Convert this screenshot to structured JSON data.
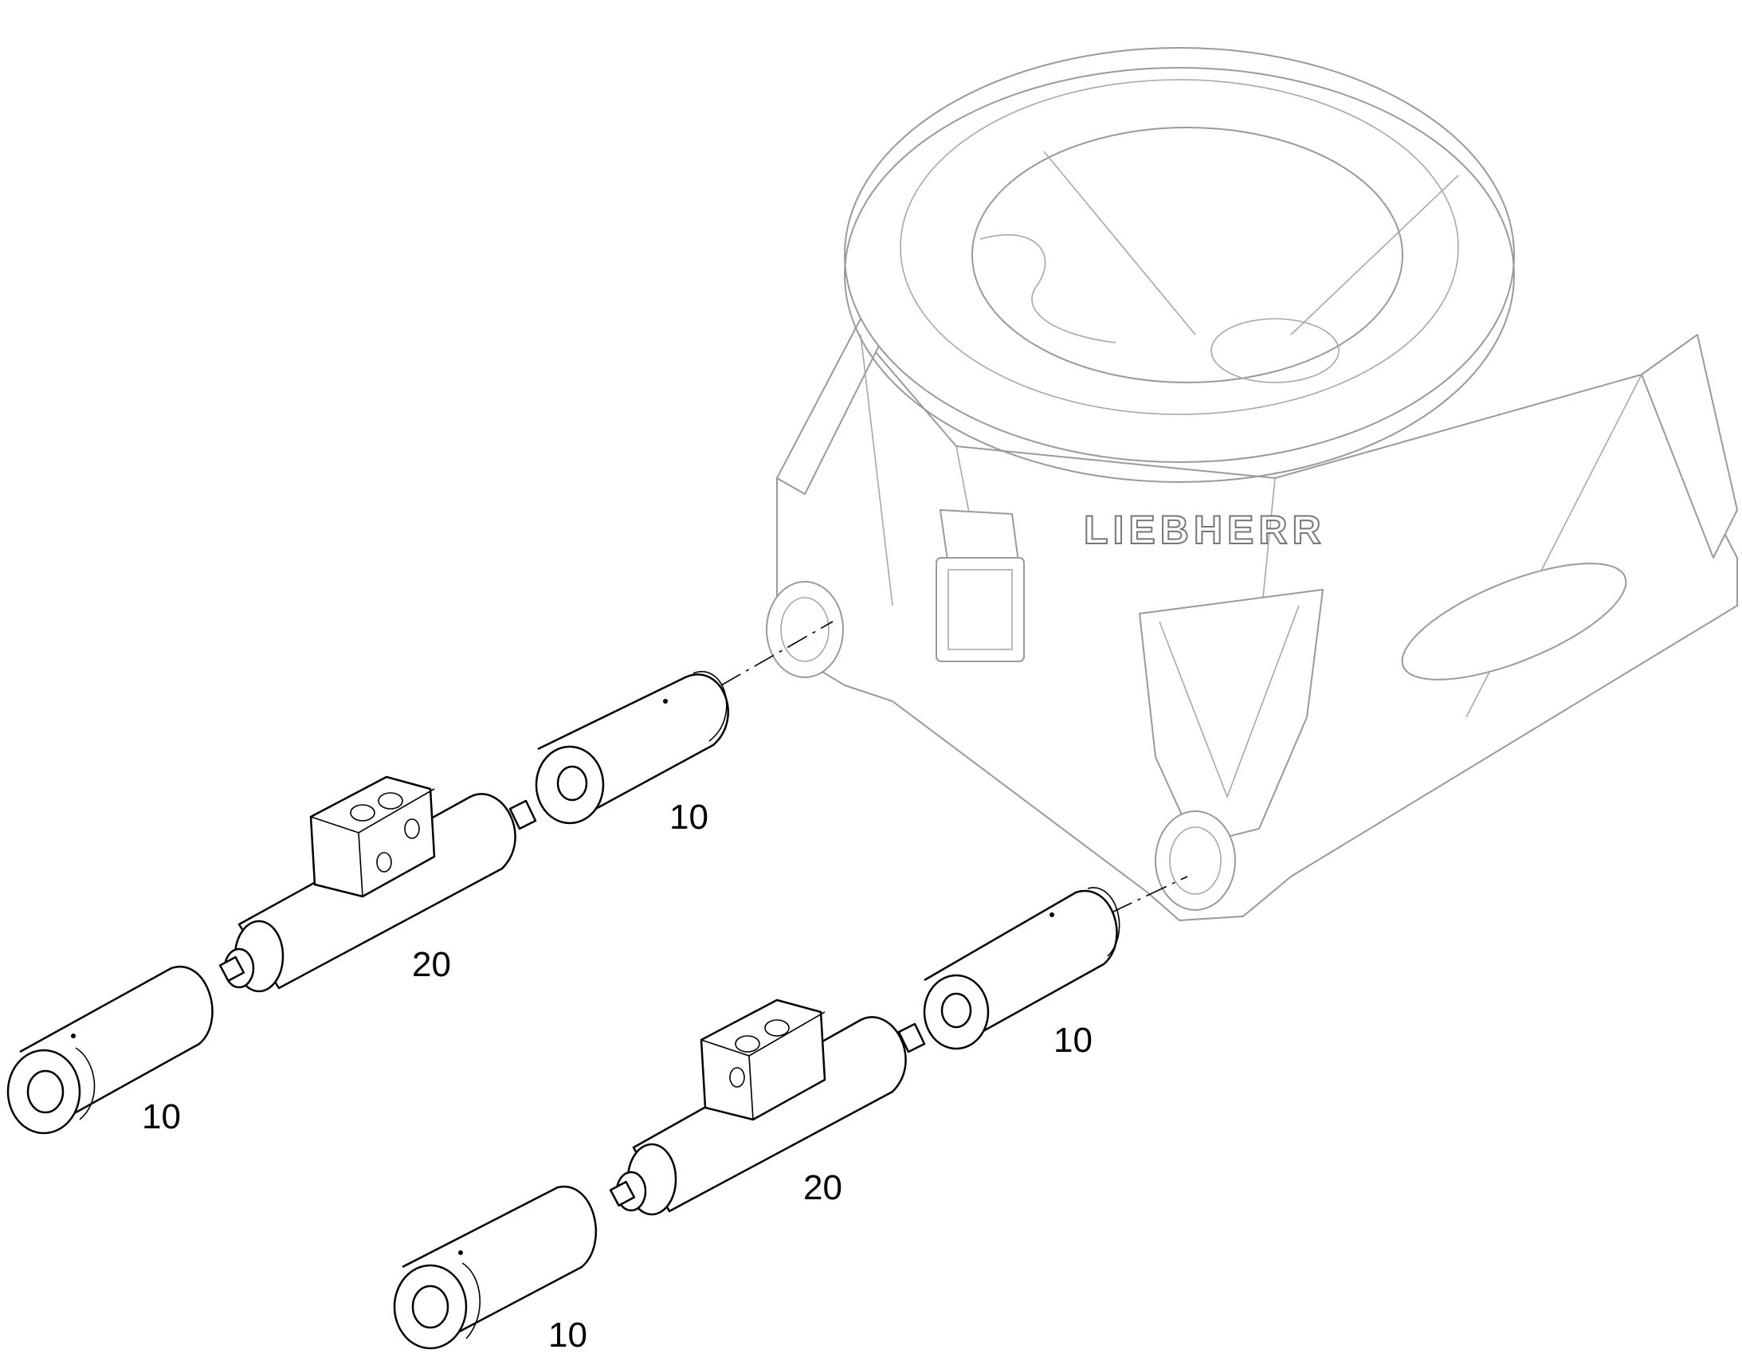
{
  "brand_logo": "LIEBHERR",
  "part_labels": [
    {
      "id": "bushing-a",
      "text": "10"
    },
    {
      "id": "valve-a",
      "text": "20"
    },
    {
      "id": "bushing-b",
      "text": "10"
    },
    {
      "id": "bushing-c",
      "text": "10"
    },
    {
      "id": "valve-b",
      "text": "20"
    },
    {
      "id": "bushing-d",
      "text": "10"
    }
  ],
  "colors": {
    "line": "#000000",
    "housing_line": "#9a9a9a",
    "background": "#ffffff"
  }
}
